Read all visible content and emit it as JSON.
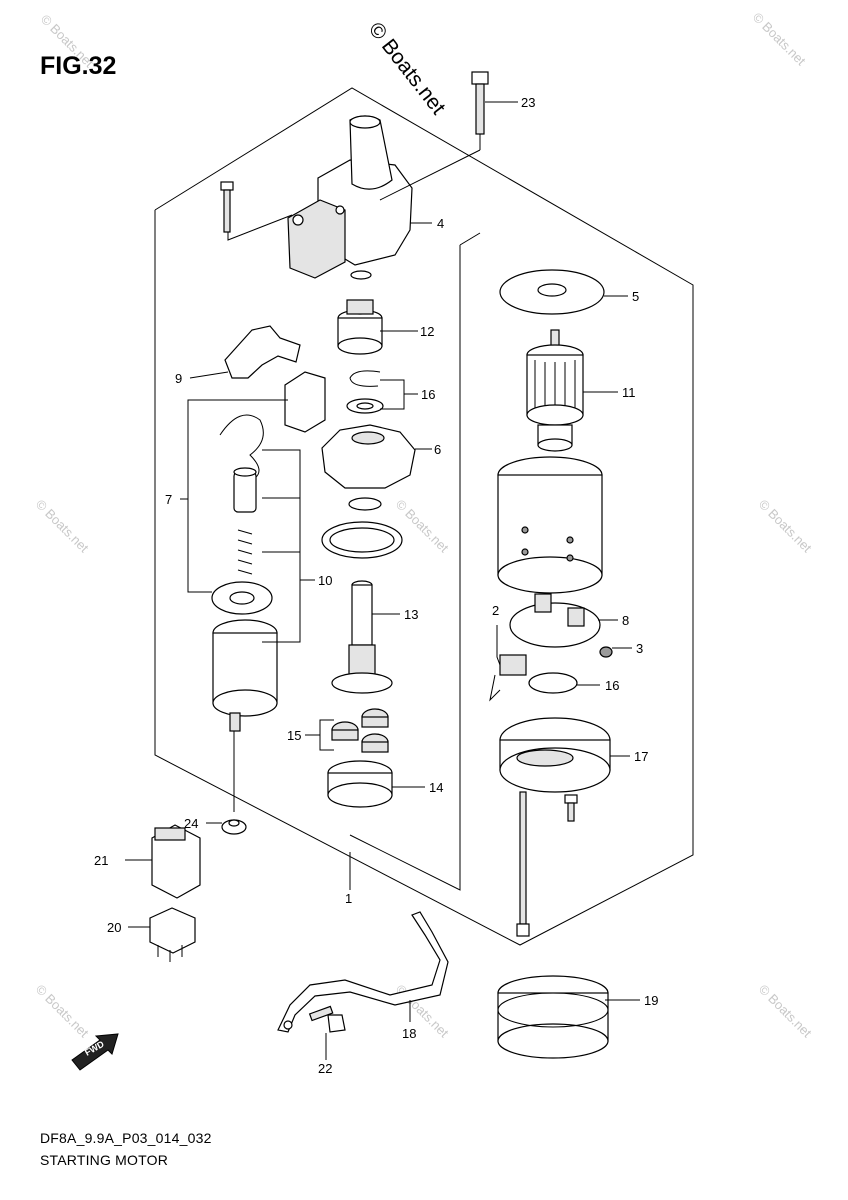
{
  "figure_title": "FIG.32",
  "watermark": "© Boats.net",
  "footer": {
    "code": "DF8A_9.9A_P03_014_032",
    "name": "STARTING MOTOR"
  },
  "fwd_label": "FWD",
  "callouts": {
    "c1": "1",
    "c2": "2",
    "c3": "3",
    "c4": "4",
    "c5": "5",
    "c6": "6",
    "c7": "7",
    "c8": "8",
    "c9": "9",
    "c10": "10",
    "c11": "11",
    "c12": "12",
    "c13": "13",
    "c14": "14",
    "c15": "15",
    "c16a": "16",
    "c16b": "16",
    "c17": "17",
    "c18": "18",
    "c19": "19",
    "c20": "20",
    "c21": "21",
    "c22": "22",
    "c23": "23",
    "c24": "24"
  }
}
